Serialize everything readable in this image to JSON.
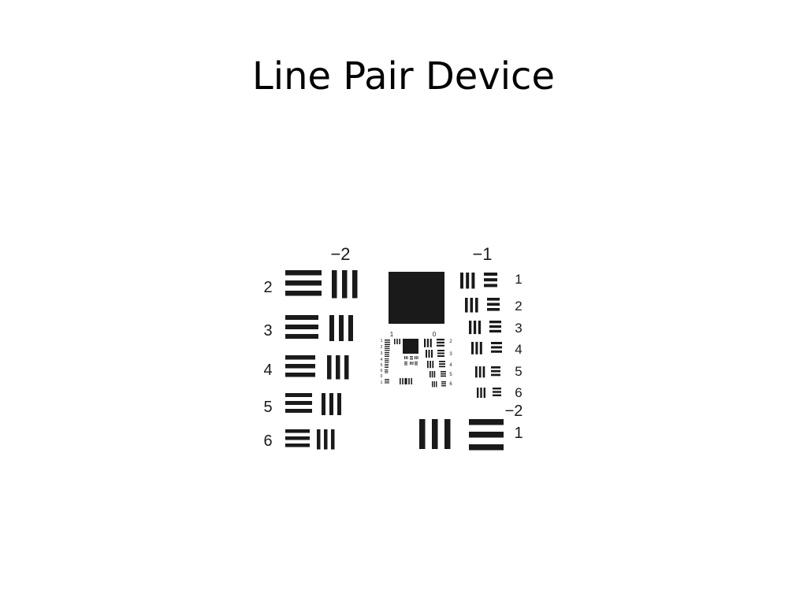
{
  "slide": {
    "title": "Line Pair Device"
  },
  "target": {
    "group_labels": {
      "left_group": "−2",
      "right_group": "−1",
      "lower_right_group": "−2",
      "center_left": "1",
      "center_right": "0"
    },
    "left_elements": [
      "2",
      "3",
      "4",
      "5",
      "6"
    ],
    "right_elements": [
      "1",
      "2",
      "3",
      "4",
      "5",
      "6"
    ],
    "lower_right_element": "1",
    "center_left_elements": [
      "1",
      "2",
      "3",
      "4",
      "5",
      "6",
      "0",
      "1"
    ],
    "center_right_elements": [
      "2",
      "3",
      "4",
      "5",
      "6"
    ],
    "colors": {
      "bars": "#1a1a1a",
      "background": "#ffffff"
    }
  }
}
